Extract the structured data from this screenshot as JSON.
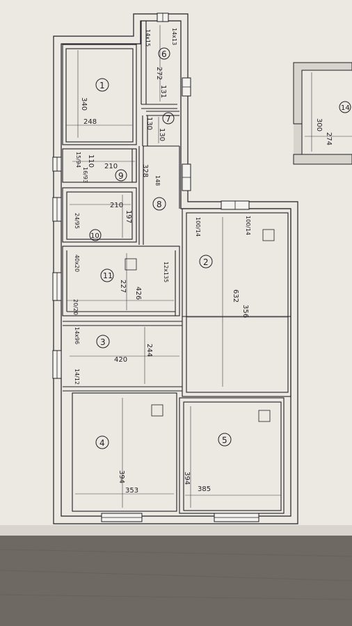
{
  "sheet": {
    "paper_color": "#ece9e3",
    "ink_color": "#1e1e24",
    "wall_fill": "#f4f2ee",
    "floor_color": "#6e6a63"
  },
  "rooms": [
    {
      "number": "1",
      "dims": [
        "340",
        "248"
      ]
    },
    {
      "number": "2",
      "dims": [
        "632",
        "356"
      ]
    },
    {
      "number": "3",
      "dims": [
        "420",
        "244"
      ]
    },
    {
      "number": "4",
      "dims": [
        "394",
        "353"
      ]
    },
    {
      "number": "5",
      "dims": [
        "394",
        "385"
      ]
    },
    {
      "number": "6",
      "dims": [
        "272",
        "131"
      ]
    },
    {
      "number": "7",
      "dims": [
        "130",
        "130"
      ]
    },
    {
      "number": "8",
      "dims": [
        "328"
      ]
    },
    {
      "number": "9",
      "dims": [
        "110",
        "210"
      ]
    },
    {
      "number": "10",
      "dims": [
        "210",
        "197"
      ]
    },
    {
      "number": "11",
      "dims": [
        "227",
        "426"
      ]
    },
    {
      "number": "14",
      "dims": [
        "300",
        "274"
      ]
    }
  ],
  "openings": {
    "door_6_top": "14x13",
    "door_6_side": "14x15",
    "door_8": "148",
    "door_9_a": "15/94",
    "door_9_b": "16/93",
    "door_10": "24/95",
    "door_2_left": "100/14",
    "door_2_right": "100/14",
    "door_11_top": "40x20",
    "door_11_bottom": "20/20",
    "door_11_right": "12x135",
    "door_3_left": "14x96",
    "door_3_bottom": "14/12"
  }
}
